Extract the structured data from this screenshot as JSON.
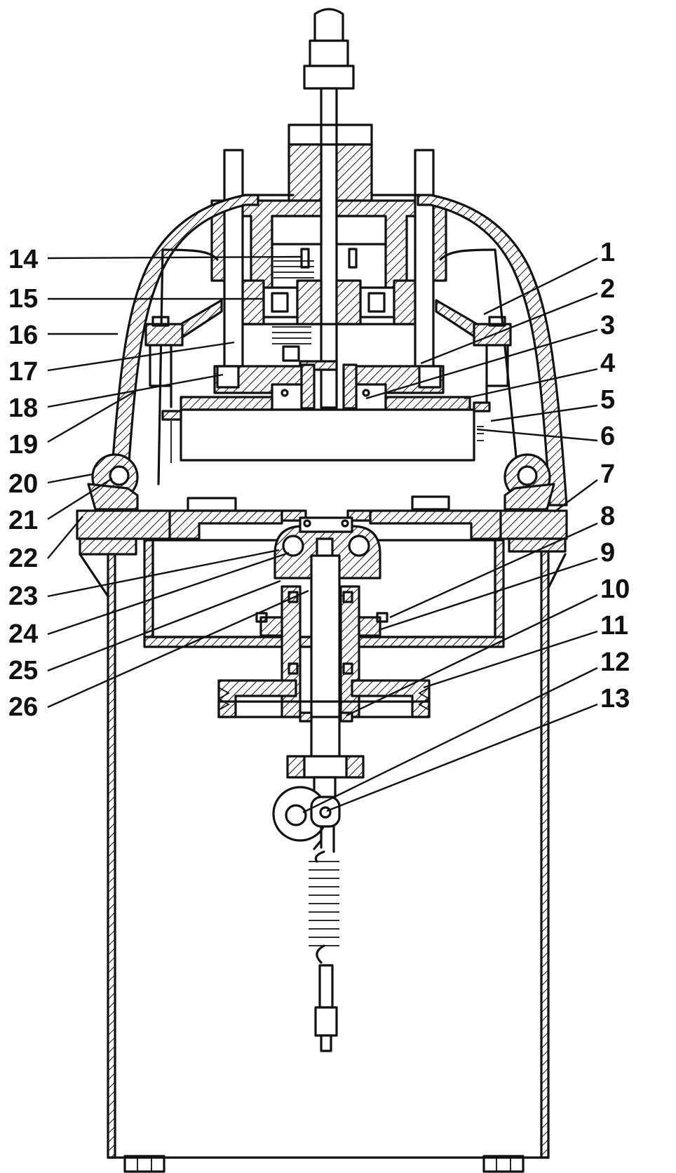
{
  "colors": {
    "ink": "#111111",
    "paper": "#ffffff"
  },
  "callouts": {
    "right": [
      "1",
      "2",
      "3",
      "4",
      "5",
      "6",
      "7",
      "8",
      "9",
      "10",
      "11",
      "12",
      "13"
    ],
    "left": [
      "14",
      "15",
      "16",
      "17",
      "18",
      "19",
      "20",
      "21",
      "22",
      "23",
      "24",
      "25",
      "26"
    ]
  }
}
